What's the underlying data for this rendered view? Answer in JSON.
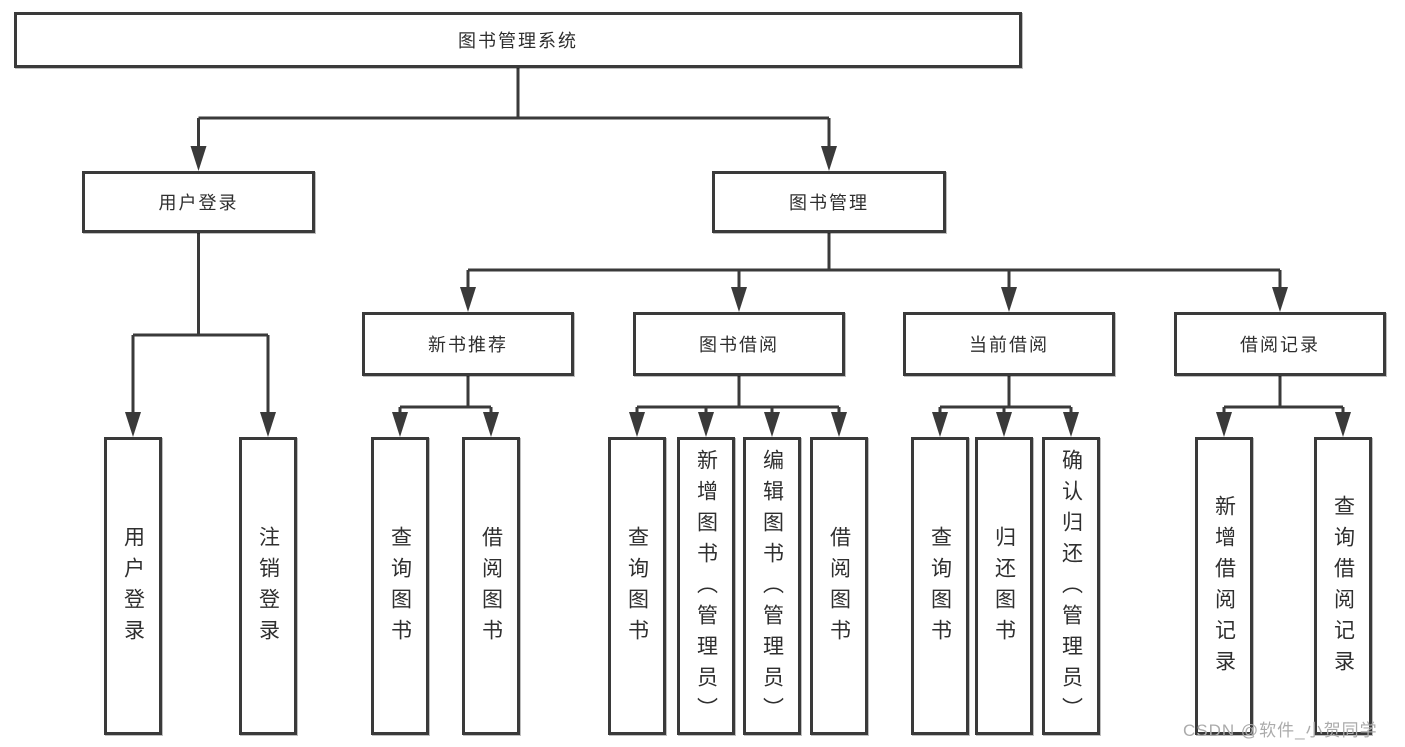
{
  "tree": {
    "root": {
      "label": "图书管理系统",
      "children": [
        {
          "label": "用户登录",
          "children": [
            {
              "label": "用户登录"
            },
            {
              "label": "注销登录"
            }
          ]
        },
        {
          "label": "图书管理",
          "children": [
            {
              "label": "新书推荐",
              "children": [
                {
                  "label": "查询图书"
                },
                {
                  "label": "借阅图书"
                }
              ]
            },
            {
              "label": "图书借阅",
              "children": [
                {
                  "label": "查询图书"
                },
                {
                  "label": "新增图书（管理员）"
                },
                {
                  "label": "编辑图书（管理员）"
                },
                {
                  "label": "借阅图书"
                }
              ]
            },
            {
              "label": "当前借阅",
              "children": [
                {
                  "label": "查询图书"
                },
                {
                  "label": "归还图书"
                },
                {
                  "label": "确认归还（管理员）"
                }
              ]
            },
            {
              "label": "借阅记录",
              "children": [
                {
                  "label": "新增借阅记录"
                },
                {
                  "label": "查询借阅记录"
                }
              ]
            }
          ]
        }
      ]
    }
  },
  "watermark": {
    "text": "CSDN @软件_小贺同学"
  },
  "colors": {
    "line": "#3a3a3a",
    "text": "#2f2f2f",
    "watermark": "#ababab",
    "background": "#ffffff"
  }
}
